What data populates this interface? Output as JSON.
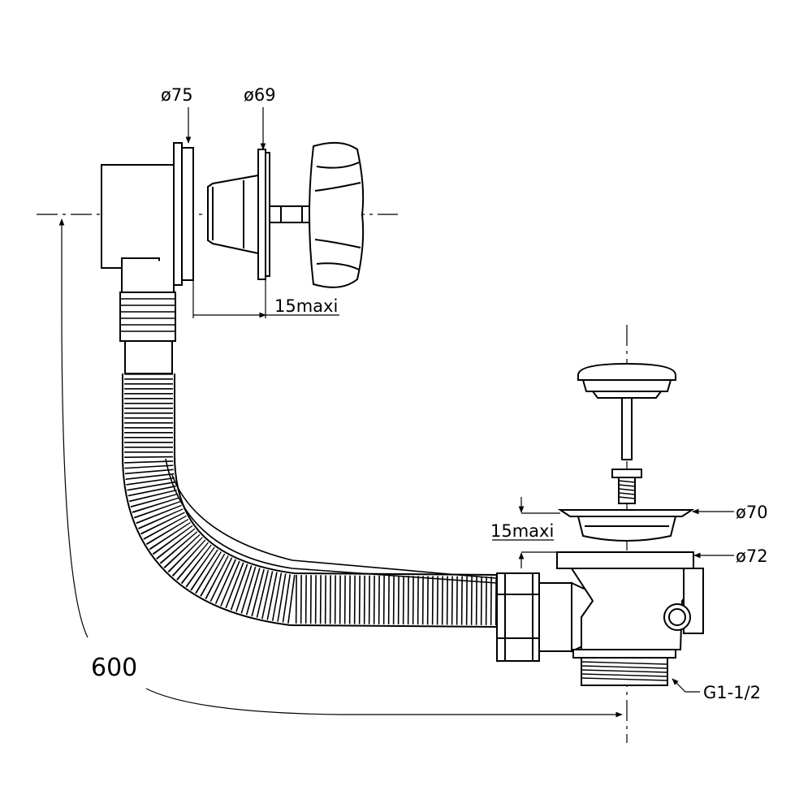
{
  "labels": {
    "overflow_plate_dia": "ø75",
    "overflow_cover_dia": "ø69",
    "overflow_gap": "15maxi",
    "waste_gap": "15maxi",
    "plug_flange_dia": "ø70",
    "waste_body_dia": "ø72",
    "thread": "G1-1/2",
    "overall_length": "600"
  },
  "colors": {
    "line": "#000000",
    "background": "#ffffff"
  }
}
